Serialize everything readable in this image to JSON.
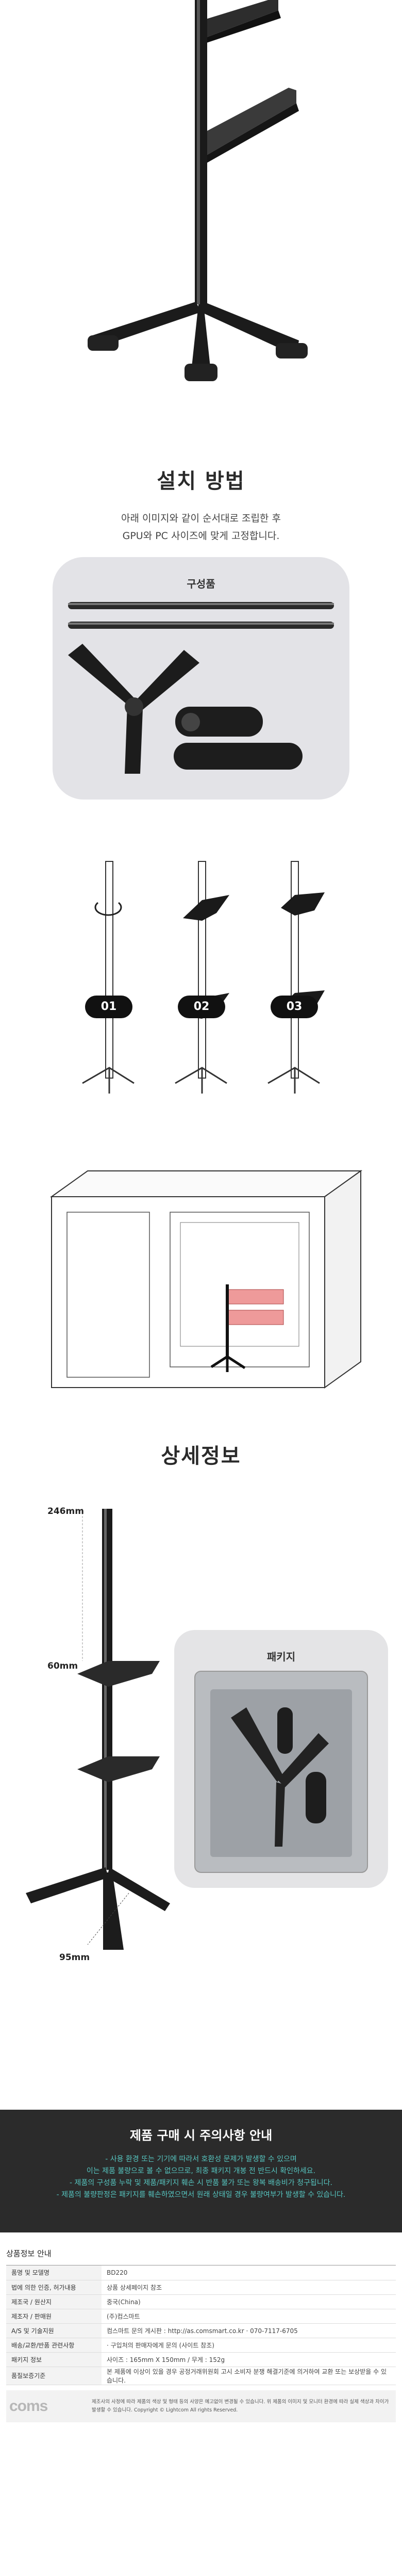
{
  "install": {
    "title": "설치 방법",
    "desc1": "아래 이미지와 같이 순서대로 조립한 후",
    "desc2": "GPU와 PC 사이즈에 맞게 고정합니다.",
    "components_label": "구성품",
    "steps": [
      "01",
      "02",
      "03"
    ]
  },
  "spec": {
    "title": "상세정보",
    "dim_height": "246mm",
    "dim_width": "60mm",
    "dim_base": "95mm",
    "package_label": "패키지"
  },
  "caution": {
    "title": "제품 구매 시 주의사항 안내",
    "lines": [
      "- 사용 환경 또는 기기에 따라서 호환성 문제가 발생할 수 있으며",
      "이는 제품 불량으로 볼 수 없으므로, 최종 패키지 개봉 전 반드시 확인하세요.",
      "- 제품의 구성품 누락 및 제품/패키지 훼손 시 반품 불가 또는 왕복 배송비가 청구됩니다.",
      "- 제품의 불량판정은 패키지를 훼손하였으면서 원래 상태일 경우 불량여부가 발생할 수 있습니다."
    ]
  },
  "info": {
    "title": "상품정보 안내",
    "rows": [
      {
        "k": "품명 및 모델명",
        "v": "BD220"
      },
      {
        "k": "법에 의한 인증, 허가내용",
        "v": "상품 상세페이지 참조"
      },
      {
        "k": "제조국 / 원산지",
        "v": "중국(China)"
      },
      {
        "k": "제조자 / 판매원",
        "v": "(주)컴스마트"
      },
      {
        "k": "A/S 및 기술지원",
        "v": "컴스마트 문의 게시판 : http://as.comsmart.co.kr · 070-7117-6705"
      },
      {
        "k": "배송/교환/반품 관련사항",
        "v": "· 구입처의 판매자에게 문의 (사이트 참조)"
      },
      {
        "k": "패키지 정보",
        "v": "사이즈 : 165mm X 150mm  /  무게 : 152g"
      },
      {
        "k": "품질보증기준",
        "v": "본 제품에 이상이 있을 경우 공정거래위원회 고시 소비자 분쟁 해결기준에 의거하여 교환 또는 보상받을 수 있습니다."
      }
    ],
    "logo": "coms",
    "footer": "제조사의 사정에 따라 제품의 색상 및 형태 등의 사양은 예고없이 변경될 수 있습니다. 위 제품의 이미지 및 모니터 환경에 따라 실제 색상과 차이가 발생할 수 있습니다. Copyright © Lightcom All rights Reserved."
  }
}
